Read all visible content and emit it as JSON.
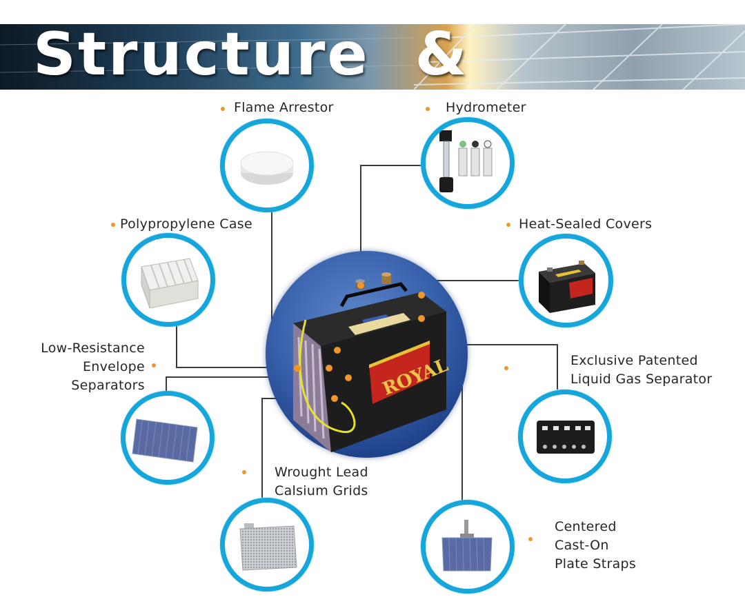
{
  "banner": {
    "title": "Structure  &"
  },
  "components": {
    "flame_arrestor": "Flame Arrestor",
    "hydrometer": "Hydrometer",
    "polypropylene_case": "Polypropylene Case",
    "heat_sealed_covers": "Heat-Sealed Covers",
    "separators_line1": "Low-Resistance",
    "separators_line2": "Envelope",
    "separators_line3": "Separators",
    "gas_separator_line1": "Exclusive Patented",
    "gas_separator_line2": "Liquid Gas Separator",
    "grids_line1": "Wrought Lead",
    "grids_line2": "Calsium Grids",
    "straps_line1": "Centered",
    "straps_line2": "Cast-On",
    "straps_line3": "Plate Straps"
  },
  "battery": {
    "brand": "ROYAL"
  },
  "colors": {
    "ring": "#16a6dc",
    "bullet": "#f0962a",
    "connector": "#3a3a3a",
    "globe": "#3a63ad"
  }
}
